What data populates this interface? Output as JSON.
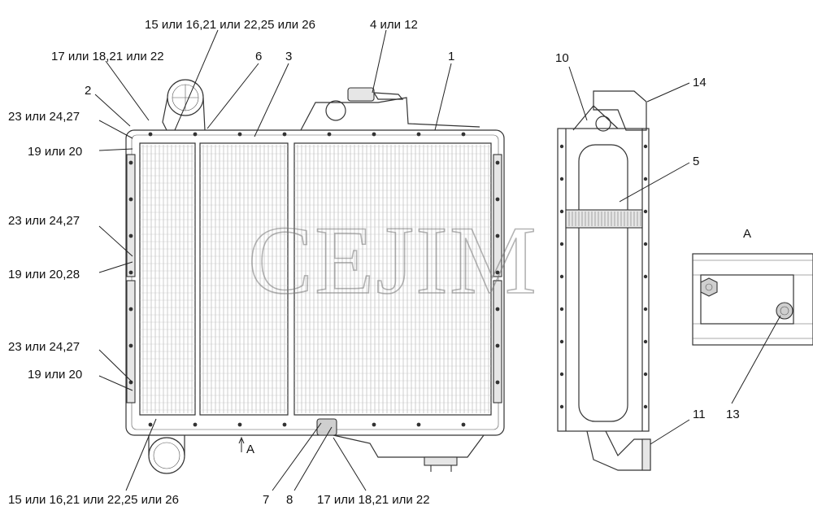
{
  "watermark": "CEJIM",
  "view_label": "A",
  "arrow_label": "A",
  "callouts": {
    "c1": "1",
    "c2": "2",
    "c3": "3",
    "c4_12": "4 или 12",
    "c5": "5",
    "c6": "6",
    "c7": "7",
    "c8": "8",
    "c10": "10",
    "c11": "11",
    "c13": "13",
    "c14": "14",
    "c15_top": "15 или 16,21 или 22,25 или 26",
    "c15_bottom": "15 или 16,21 или 22,25 или 26",
    "c17_top": "17 или 18,21 или 22",
    "c17_bottom": "17 или 18,21 или 22",
    "c23_a": "23 или 24,27",
    "c19_a": "19 или 20",
    "c23_b": "23 или 24,27",
    "c19_b": "19 или 20,28",
    "c23_c": "23 или 24,27",
    "c19_c": "19 или 20"
  }
}
